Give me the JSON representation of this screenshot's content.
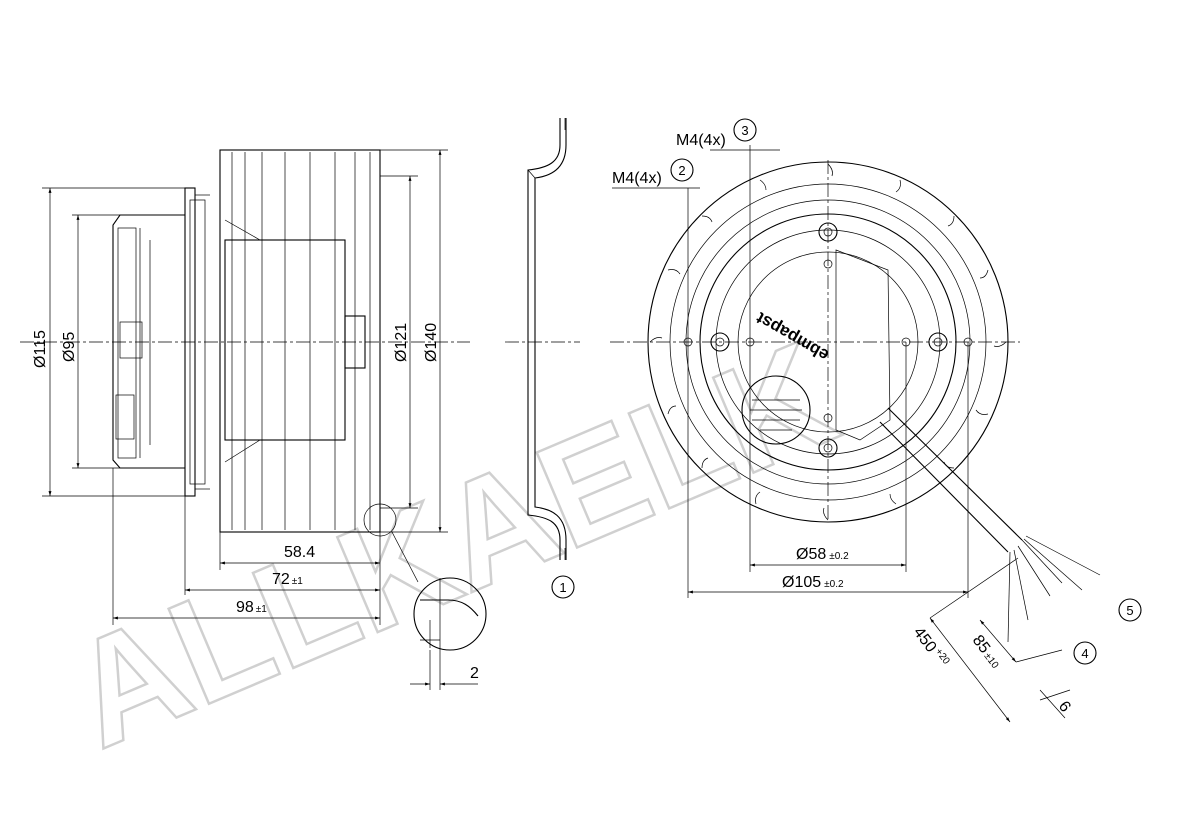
{
  "watermark": "ALLKAELK",
  "brand": "ebmpapst",
  "dimensions": {
    "d115": "Ø115",
    "d95": "Ø95",
    "d121": "Ø121",
    "d140": "Ø140",
    "len58": "58.4",
    "len72": "72",
    "len72_tol": "±1",
    "len98": "98",
    "len98_tol": "±1",
    "detail2": "2",
    "d58": "Ø58",
    "d58_tol": "±0.2",
    "d105": "Ø105",
    "d105_tol": "±0.2",
    "len450": "450",
    "len450_tol": "+20",
    "len85": "85",
    "len85_tol": "±10",
    "len6": "6"
  },
  "labels": {
    "m4_3": "M4(4x)",
    "m4_2": "M4(4x)"
  },
  "markers": {
    "m1": "1",
    "m2": "2",
    "m3": "3",
    "m4": "4",
    "m5": "5"
  }
}
